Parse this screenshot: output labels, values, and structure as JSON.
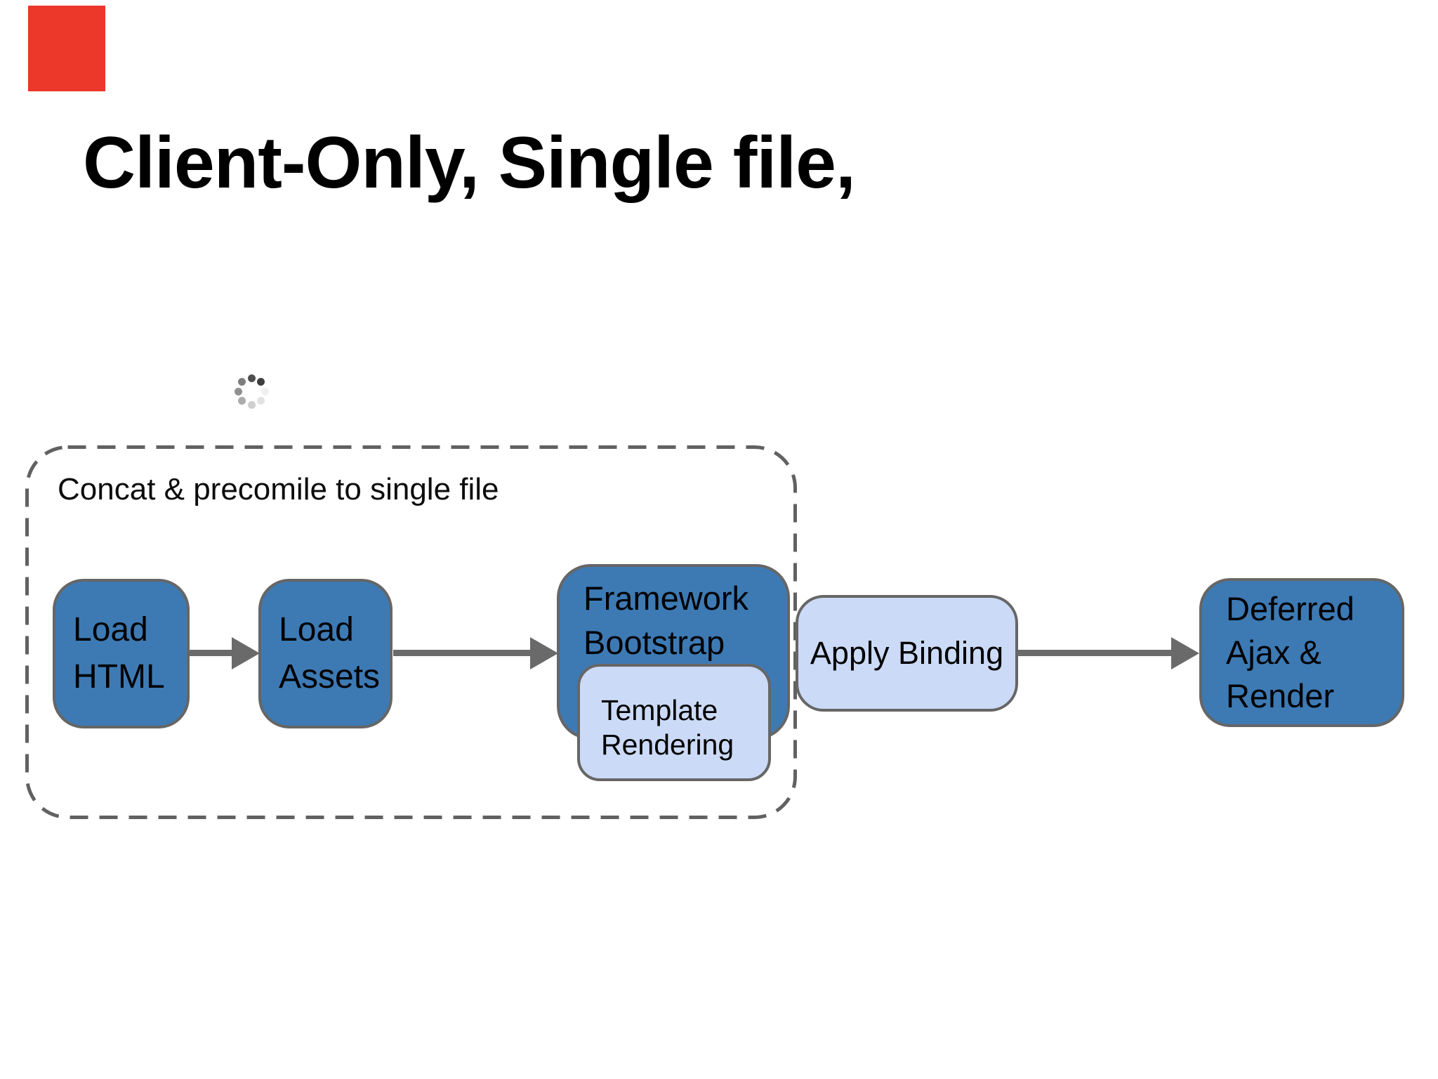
{
  "colors": {
    "red": "#ec372b",
    "dark_blue": "#3d7ab4",
    "light_blue": "#cbdaf6",
    "box_border": "#666666",
    "arrow": "#6a6a6a",
    "dash": "#616161",
    "ink": "#000000"
  },
  "title": "Client-Only, Single file,",
  "spinner": {
    "dots": [
      {
        "angle": 135,
        "color": "#7d7d7d"
      },
      {
        "angle": 90,
        "color": "#4e4e4e"
      },
      {
        "angle": 45,
        "color": "#3e3e3e"
      },
      {
        "angle": 0,
        "color": "#f0f0f0"
      },
      {
        "angle": 315,
        "color": "#e2e2e2"
      },
      {
        "angle": 270,
        "color": "#cfcfcf"
      },
      {
        "angle": 225,
        "color": "#ababab"
      },
      {
        "angle": 180,
        "color": "#909090"
      }
    ]
  },
  "container": {
    "label": "Concat & precomile to single file"
  },
  "nodes": {
    "load_html": {
      "lines": [
        "Load",
        "HTML"
      ]
    },
    "load_assets": {
      "lines": [
        "Load",
        "Assets"
      ]
    },
    "framework": {
      "lines": [
        "Framework",
        "Bootstrap"
      ]
    },
    "template": {
      "lines": [
        "Template",
        "Rendering"
      ]
    },
    "apply_binding": {
      "label": "Apply Binding"
    },
    "deferred": {
      "lines": [
        "Deferred",
        "Ajax &",
        "Render"
      ]
    }
  }
}
